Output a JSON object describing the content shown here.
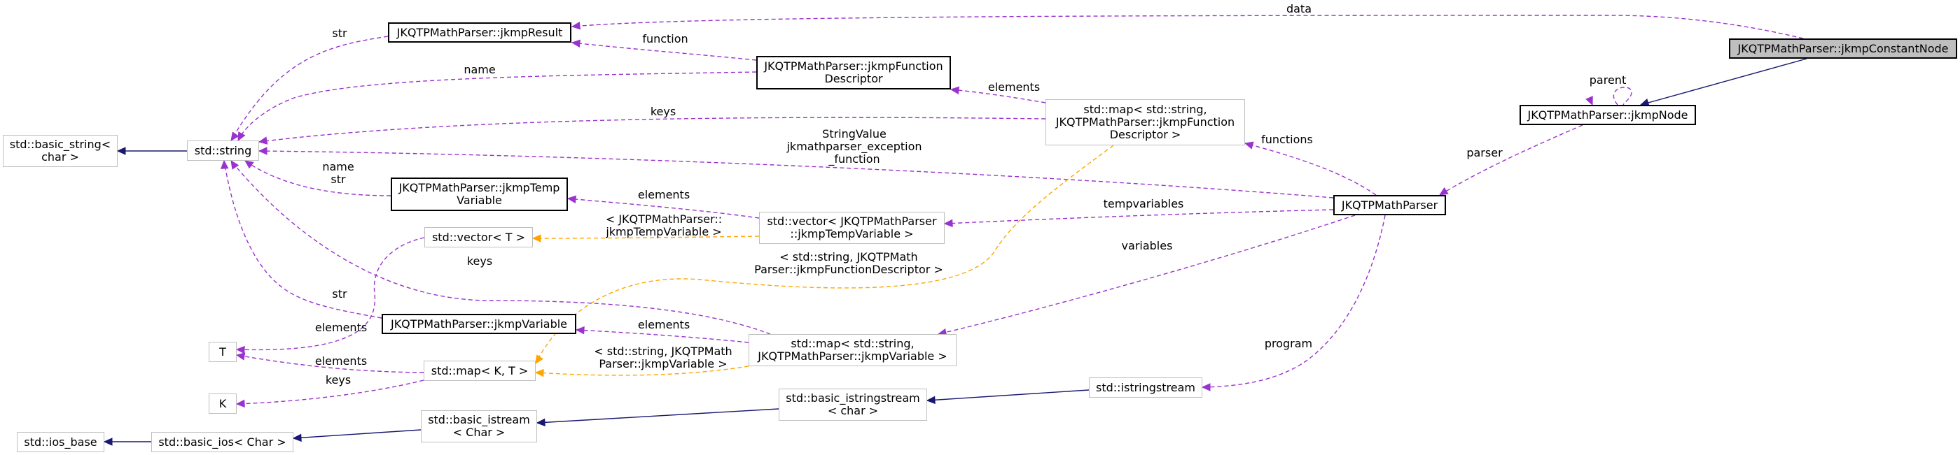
{
  "colors": {
    "inherit_edge": "#191970",
    "usage_edge": "#9a32cd",
    "template_edge": "#ffa500",
    "box_border_gray": "#bfbfbf",
    "box_border_black": "#000000",
    "focus_fill": "#bfbfbf"
  },
  "nodes": {
    "constant_node": {
      "lines": [
        "JKQTPMathParser::jkmpConstantNode"
      ]
    },
    "jkmp_node": {
      "lines": [
        "JKQTPMathParser::jkmpNode"
      ]
    },
    "math_parser": {
      "lines": [
        "JKQTPMathParser"
      ]
    },
    "jkmp_result": {
      "lines": [
        "JKQTPMathParser::jkmpResult"
      ]
    },
    "function_descriptor": {
      "lines": [
        "JKQTPMathParser::jkmpFunction",
        "Descriptor"
      ]
    },
    "map_function": {
      "lines": [
        "std::map< std::string,",
        "JKQTPMathParser::jkmpFunction",
        "Descriptor >"
      ]
    },
    "std_string": {
      "lines": [
        "std::string"
      ]
    },
    "basic_string": {
      "lines": [
        "std::basic_string<",
        "char >"
      ]
    },
    "temp_variable": {
      "lines": [
        "JKQTPMathParser::jkmpTemp",
        "Variable"
      ]
    },
    "vector_temp": {
      "lines": [
        "std::vector< JKQTPMathParser",
        "::jkmpTempVariable >"
      ]
    },
    "vector_t": {
      "lines": [
        "std::vector< T >"
      ]
    },
    "jkmp_variable": {
      "lines": [
        "JKQTPMathParser::jkmpVariable"
      ]
    },
    "map_variable": {
      "lines": [
        "std::map< std::string,",
        "JKQTPMathParser::jkmpVariable >"
      ]
    },
    "map_kt": {
      "lines": [
        "std::map< K, T >"
      ]
    },
    "type_t": {
      "lines": [
        "T"
      ]
    },
    "type_k": {
      "lines": [
        "K"
      ]
    },
    "basic_istringstream": {
      "lines": [
        "std::basic_istringstream",
        "< char >"
      ]
    },
    "istringstream": {
      "lines": [
        "std::istringstream"
      ]
    },
    "basic_istream": {
      "lines": [
        "std::basic_istream",
        "< Char >"
      ]
    },
    "basic_ios": {
      "lines": [
        "std::basic_ios< Char >"
      ]
    },
    "ios_base": {
      "lines": [
        "std::ios_base"
      ]
    }
  },
  "edge_labels": {
    "data": [
      "data"
    ],
    "parent": [
      "parent"
    ],
    "parser": [
      "parser"
    ],
    "functions": [
      "functions"
    ],
    "function": [
      "function"
    ],
    "elements_fd": [
      "elements"
    ],
    "str_result": [
      "str"
    ],
    "name_fd": [
      "name"
    ],
    "keys_mapfunc": [
      "keys"
    ],
    "string_parser": [
      "StringValue",
      "jkmathparser_exception",
      "_function"
    ],
    "name_str_temp": [
      "name",
      "str"
    ],
    "elements_temp": [
      "elements"
    ],
    "tempvariables": [
      "tempvariables"
    ],
    "vector_templ": [
      "< JKQTPMathParser::",
      "jkmpTempVariable >"
    ],
    "map_func_templ": [
      "< std::string, JKQTPMath",
      "Parser::jkmpFunctionDescriptor >"
    ],
    "variables": [
      "variables"
    ],
    "keys_mapvar": [
      "keys"
    ],
    "str_var": [
      "str"
    ],
    "elements_vector_t": [
      "elements"
    ],
    "elements_var": [
      "elements"
    ],
    "map_var_templ": [
      "< std::string, JKQTPMath",
      "Parser::jkmpVariable >"
    ],
    "elements_map_t": [
      "elements"
    ],
    "keys_map_k": [
      "keys"
    ],
    "program": [
      "program"
    ]
  }
}
